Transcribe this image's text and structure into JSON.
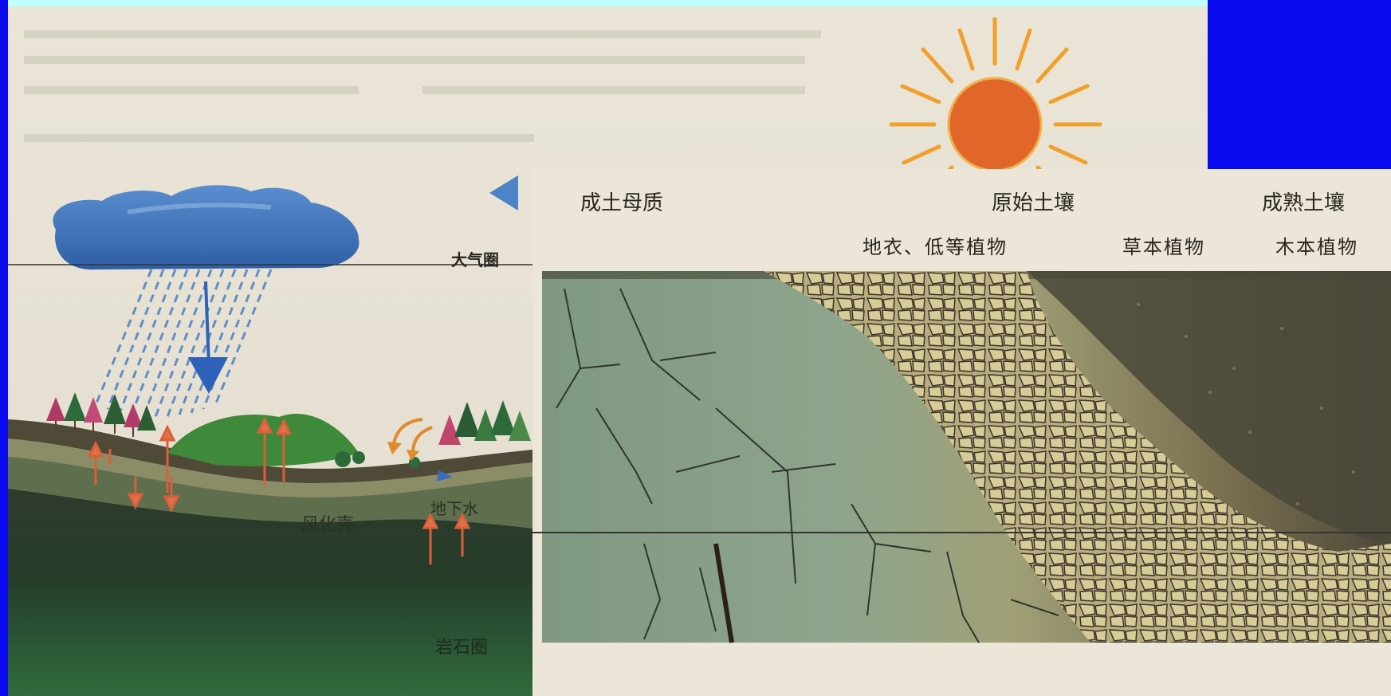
{
  "left_diagram": {
    "atmosphere_label": "大气圈",
    "weathering_crust_label": "风化壳",
    "groundwater_label": "地下水",
    "lithosphere_label": "岩石圈"
  },
  "right_diagram": {
    "stages": {
      "parent_material": "成土母质",
      "primitive_soil": "原始土壤",
      "mature_soil": "成熟土壤"
    },
    "vegetation": {
      "lichen_lower_plants": "地衣、低等植物",
      "herbaceous_plants": "草本植物",
      "woody_plants": "木本植物"
    }
  },
  "colors": {
    "background_blue": "#0a0aee",
    "top_strip": "#bfffff",
    "paper": "#ece6d6",
    "sun_core": "#e0662a",
    "cloud": "#3f75b8"
  }
}
